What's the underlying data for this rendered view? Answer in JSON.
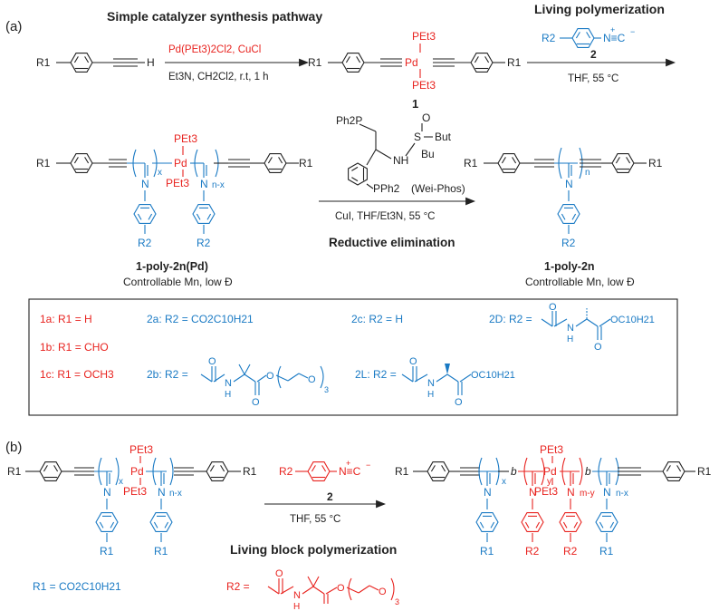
{
  "panel_a": {
    "label": "(a)",
    "heading_left": "Simple catalyzer synthesis pathway",
    "heading_right": "Living polymerization",
    "reagent_1": "Pd(PEt3)2Cl2, CuCl",
    "conditions_1": "Et3N, CH2Cl2, r.t, 1 h",
    "compound_1_label": "1",
    "monomer_label": "2",
    "conditions_2": "THF, 55 °C",
    "wei_phos": "(Wei-Phos)",
    "conditions_3": "CuI, THF/Et3N, 55 °C",
    "reductive_elimination": "Reductive elimination",
    "polymer_pd_label": "1-poly-2n(Pd)",
    "polymer_pd_caption": "Controllable Mn, low Đ",
    "polymer_label": "1-poly-2n",
    "polymer_caption": "Controllable Mn, low Đ",
    "text_R1": "R1",
    "text_R2": "R2",
    "text_H": "H",
    "text_PEt3": "PEt3",
    "text_Pd": "Pd",
    "text_N": "N",
    "text_NC": "N≡C",
    "text_x": "x",
    "text_nx": "n-x",
    "text_n": "n",
    "text_Ph2P": "Ph2P",
    "text_PPh2": "PPh2",
    "text_S": "S",
    "text_O": "O",
    "text_NH": "NH",
    "text_tBu": "But"
  },
  "legend_box": {
    "1a": "1a: R1 = H",
    "1b": "1b: R1 = CHO",
    "1c": "1c: R1 = OCH3",
    "2a": "2a: R2 = CO2C10H21",
    "2b": "2b: R2 =",
    "2c": "2c: R2 =  H",
    "2D": "2D: R2 =",
    "2L": "2L: R2 =",
    "text_O": "O",
    "text_N": "N",
    "text_H": "H",
    "text_sub3": "3",
    "text_OC10H21": "OC10H21"
  },
  "panel_b": {
    "label": "(b)",
    "conditions": "THF, 55 °C",
    "monomer_label": "2",
    "title": "Living block polymerization",
    "r1_def": "R1 = CO2C10H21",
    "r2_def": "R2 =",
    "text_R1": "R1",
    "text_R2": "R2",
    "text_PEt3": "PEt3",
    "text_Pd": "Pd",
    "text_N": "N",
    "text_NC": "N≡C",
    "text_x": "x",
    "text_y": "y",
    "text_nx": "n-x",
    "text_my": "m-y",
    "text_b": "b",
    "text_O": "O",
    "text_H": "H",
    "text_sub3": "3"
  },
  "colors": {
    "black": "#222222",
    "red": "#e8231f",
    "blue": "#1a7ac4"
  }
}
